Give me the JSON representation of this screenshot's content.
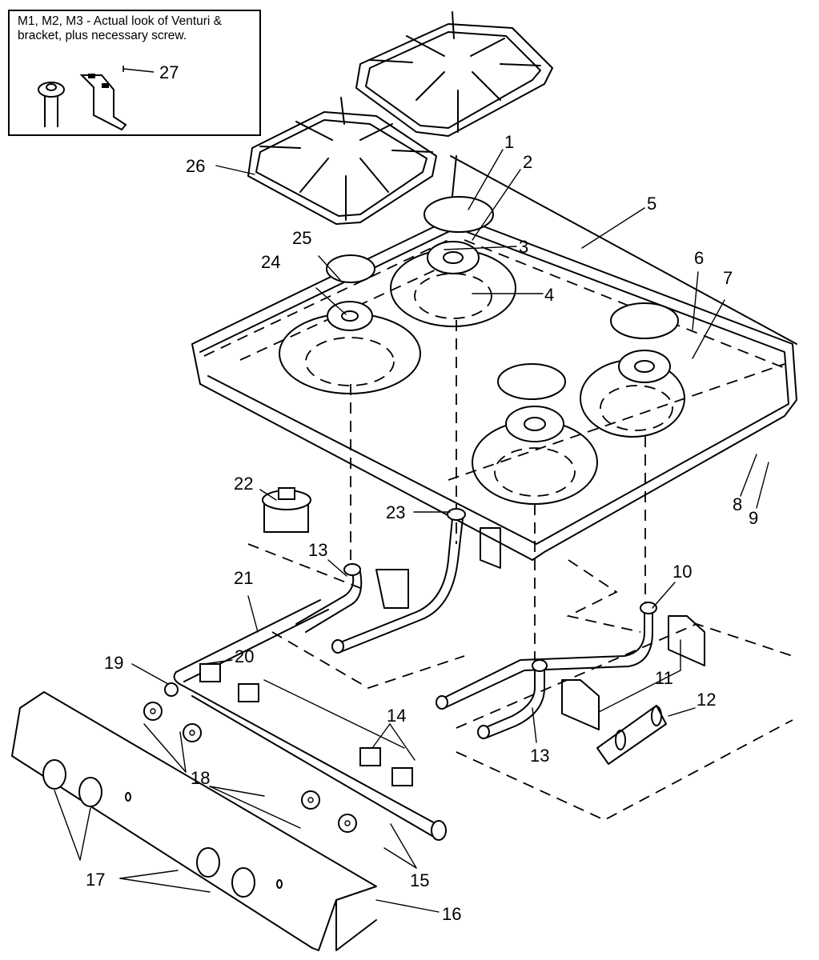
{
  "inset": {
    "caption": "M1, M2, M3 - Actual look of Venturi & bracket, plus necessary screw.",
    "part_label": "27"
  },
  "parts": [
    {
      "id": "1",
      "name": "burner-cap-large"
    },
    {
      "id": "2",
      "name": "burner-head"
    },
    {
      "id": "3",
      "name": "burner-ring"
    },
    {
      "id": "4",
      "name": "burner-base"
    },
    {
      "id": "5",
      "name": "cooktop-main-top"
    },
    {
      "id": "6",
      "name": "screw"
    },
    {
      "id": "7",
      "name": "screw-hole"
    },
    {
      "id": "8",
      "name": "clip"
    },
    {
      "id": "9",
      "name": "screw"
    },
    {
      "id": "10",
      "name": "burner-tube-right-rear"
    },
    {
      "id": "11",
      "name": "bracket"
    },
    {
      "id": "12",
      "name": "bracket-plate"
    },
    {
      "id": "13",
      "name": "burner-tube"
    },
    {
      "id": "14",
      "name": "valve"
    },
    {
      "id": "15",
      "name": "screw"
    },
    {
      "id": "16",
      "name": "control-panel"
    },
    {
      "id": "17",
      "name": "knob"
    },
    {
      "id": "18",
      "name": "washer"
    },
    {
      "id": "19",
      "name": "fitting"
    },
    {
      "id": "20",
      "name": "orifice"
    },
    {
      "id": "21",
      "name": "manifold"
    },
    {
      "id": "22",
      "name": "pressure-regulator"
    },
    {
      "id": "23",
      "name": "burner-tube-left-rear"
    },
    {
      "id": "24",
      "name": "burner-head-small"
    },
    {
      "id": "25",
      "name": "burner-cap-small"
    },
    {
      "id": "26",
      "name": "grate"
    },
    {
      "id": "27",
      "name": "venturi-bracket-screw"
    }
  ],
  "labels": {
    "l1": "1",
    "l2": "2",
    "l3": "3",
    "l4": "4",
    "l5": "5",
    "l6": "6",
    "l7": "7",
    "l8": "8",
    "l9": "9",
    "l10": "10",
    "l11": "11",
    "l12": "12",
    "l13a": "13",
    "l13b": "13",
    "l14": "14",
    "l15": "15",
    "l16": "16",
    "l17": "17",
    "l18": "18",
    "l19": "19",
    "l20": "20",
    "l21": "21",
    "l22": "22",
    "l23": "23",
    "l24": "24",
    "l25": "25",
    "l26": "26"
  }
}
